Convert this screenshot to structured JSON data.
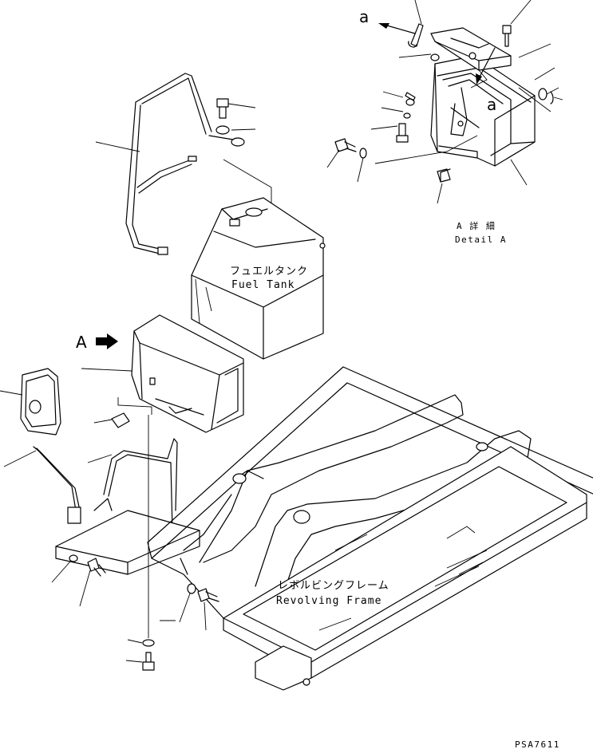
{
  "labels": {
    "fuel_tank_jp": "フュエルタンク",
    "fuel_tank_en": "Fuel Tank",
    "frame_jp": "レボルビングフレーム",
    "frame_en": "Revolving Frame",
    "detail_jp": "A 詳 細",
    "detail_en": "Detail A",
    "view_a": "A",
    "arrow_a_top": "a",
    "arrow_a_right": "a",
    "drawing_code": "PSA7611"
  }
}
